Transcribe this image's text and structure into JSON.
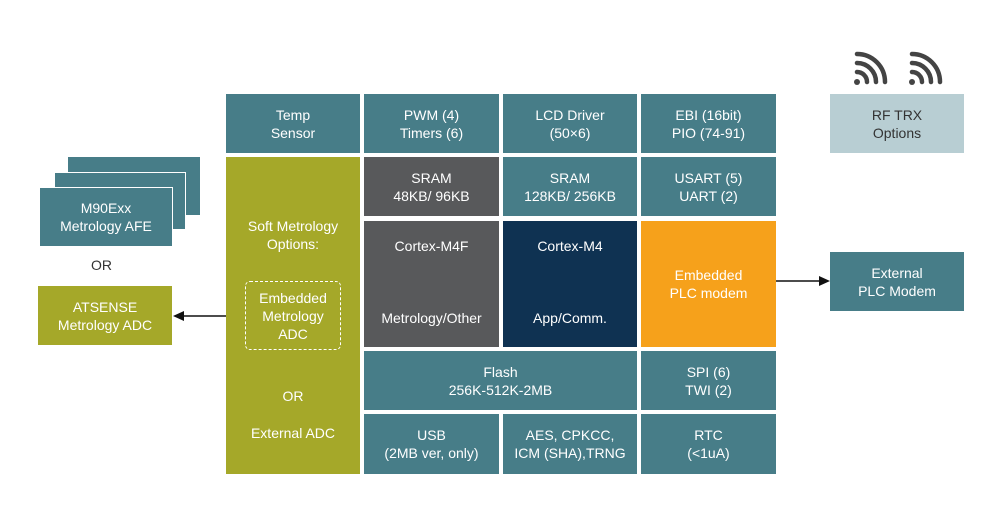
{
  "blocks": {
    "temp_sensor": [
      "Temp",
      "Sensor"
    ],
    "pwm": [
      "PWM (4)",
      "Timers (6)"
    ],
    "lcd": [
      "LCD Driver",
      "(50×6)"
    ],
    "ebi": [
      "EBI (16bit)",
      "PIO (74-91)"
    ],
    "sram1": [
      "SRAM",
      "48KB/ 96KB"
    ],
    "sram2": [
      "SRAM",
      "128KB/ 256KB"
    ],
    "usart": [
      "USART (5)",
      "UART (2)"
    ],
    "cortex_m4f": [
      "Cortex-M4F",
      "Metrology/Other"
    ],
    "cortex_m4": [
      "Cortex-M4",
      "App/Comm."
    ],
    "plc": [
      "Embedded",
      "PLC modem"
    ],
    "flash": [
      "Flash",
      "256K-512K-2MB"
    ],
    "spi": [
      "SPI (6)",
      "TWI (2)"
    ],
    "usb": [
      "USB",
      "(2MB ver, only)"
    ],
    "aes": [
      "AES, CPKCC,",
      "ICM (SHA),TRNG"
    ],
    "rtc": [
      "RTC",
      "(<1uA)"
    ],
    "soft_metrology": [
      "Soft Metrology",
      "Options:"
    ],
    "embedded_adc": [
      "Embedded",
      "Metrology",
      "ADC"
    ],
    "or_inner": "OR",
    "external_adc": "External ADC",
    "m90exx": [
      "M90Exx",
      "Metrology AFE"
    ],
    "or_left": "OR",
    "atsense": [
      "ATSENSE",
      "Metrology ADC"
    ],
    "rf_trx": [
      "RF TRX",
      "Options"
    ],
    "external_plc": [
      "External",
      "PLC Modem"
    ]
  },
  "icons": [
    "wifi-icon",
    "wifi-icon"
  ],
  "colors": {
    "teal": "#477d88",
    "olive": "#a5a829",
    "grey": "#58595b",
    "navy": "#0f3252",
    "orange": "#f6a11b",
    "light": "#b8ced3"
  }
}
